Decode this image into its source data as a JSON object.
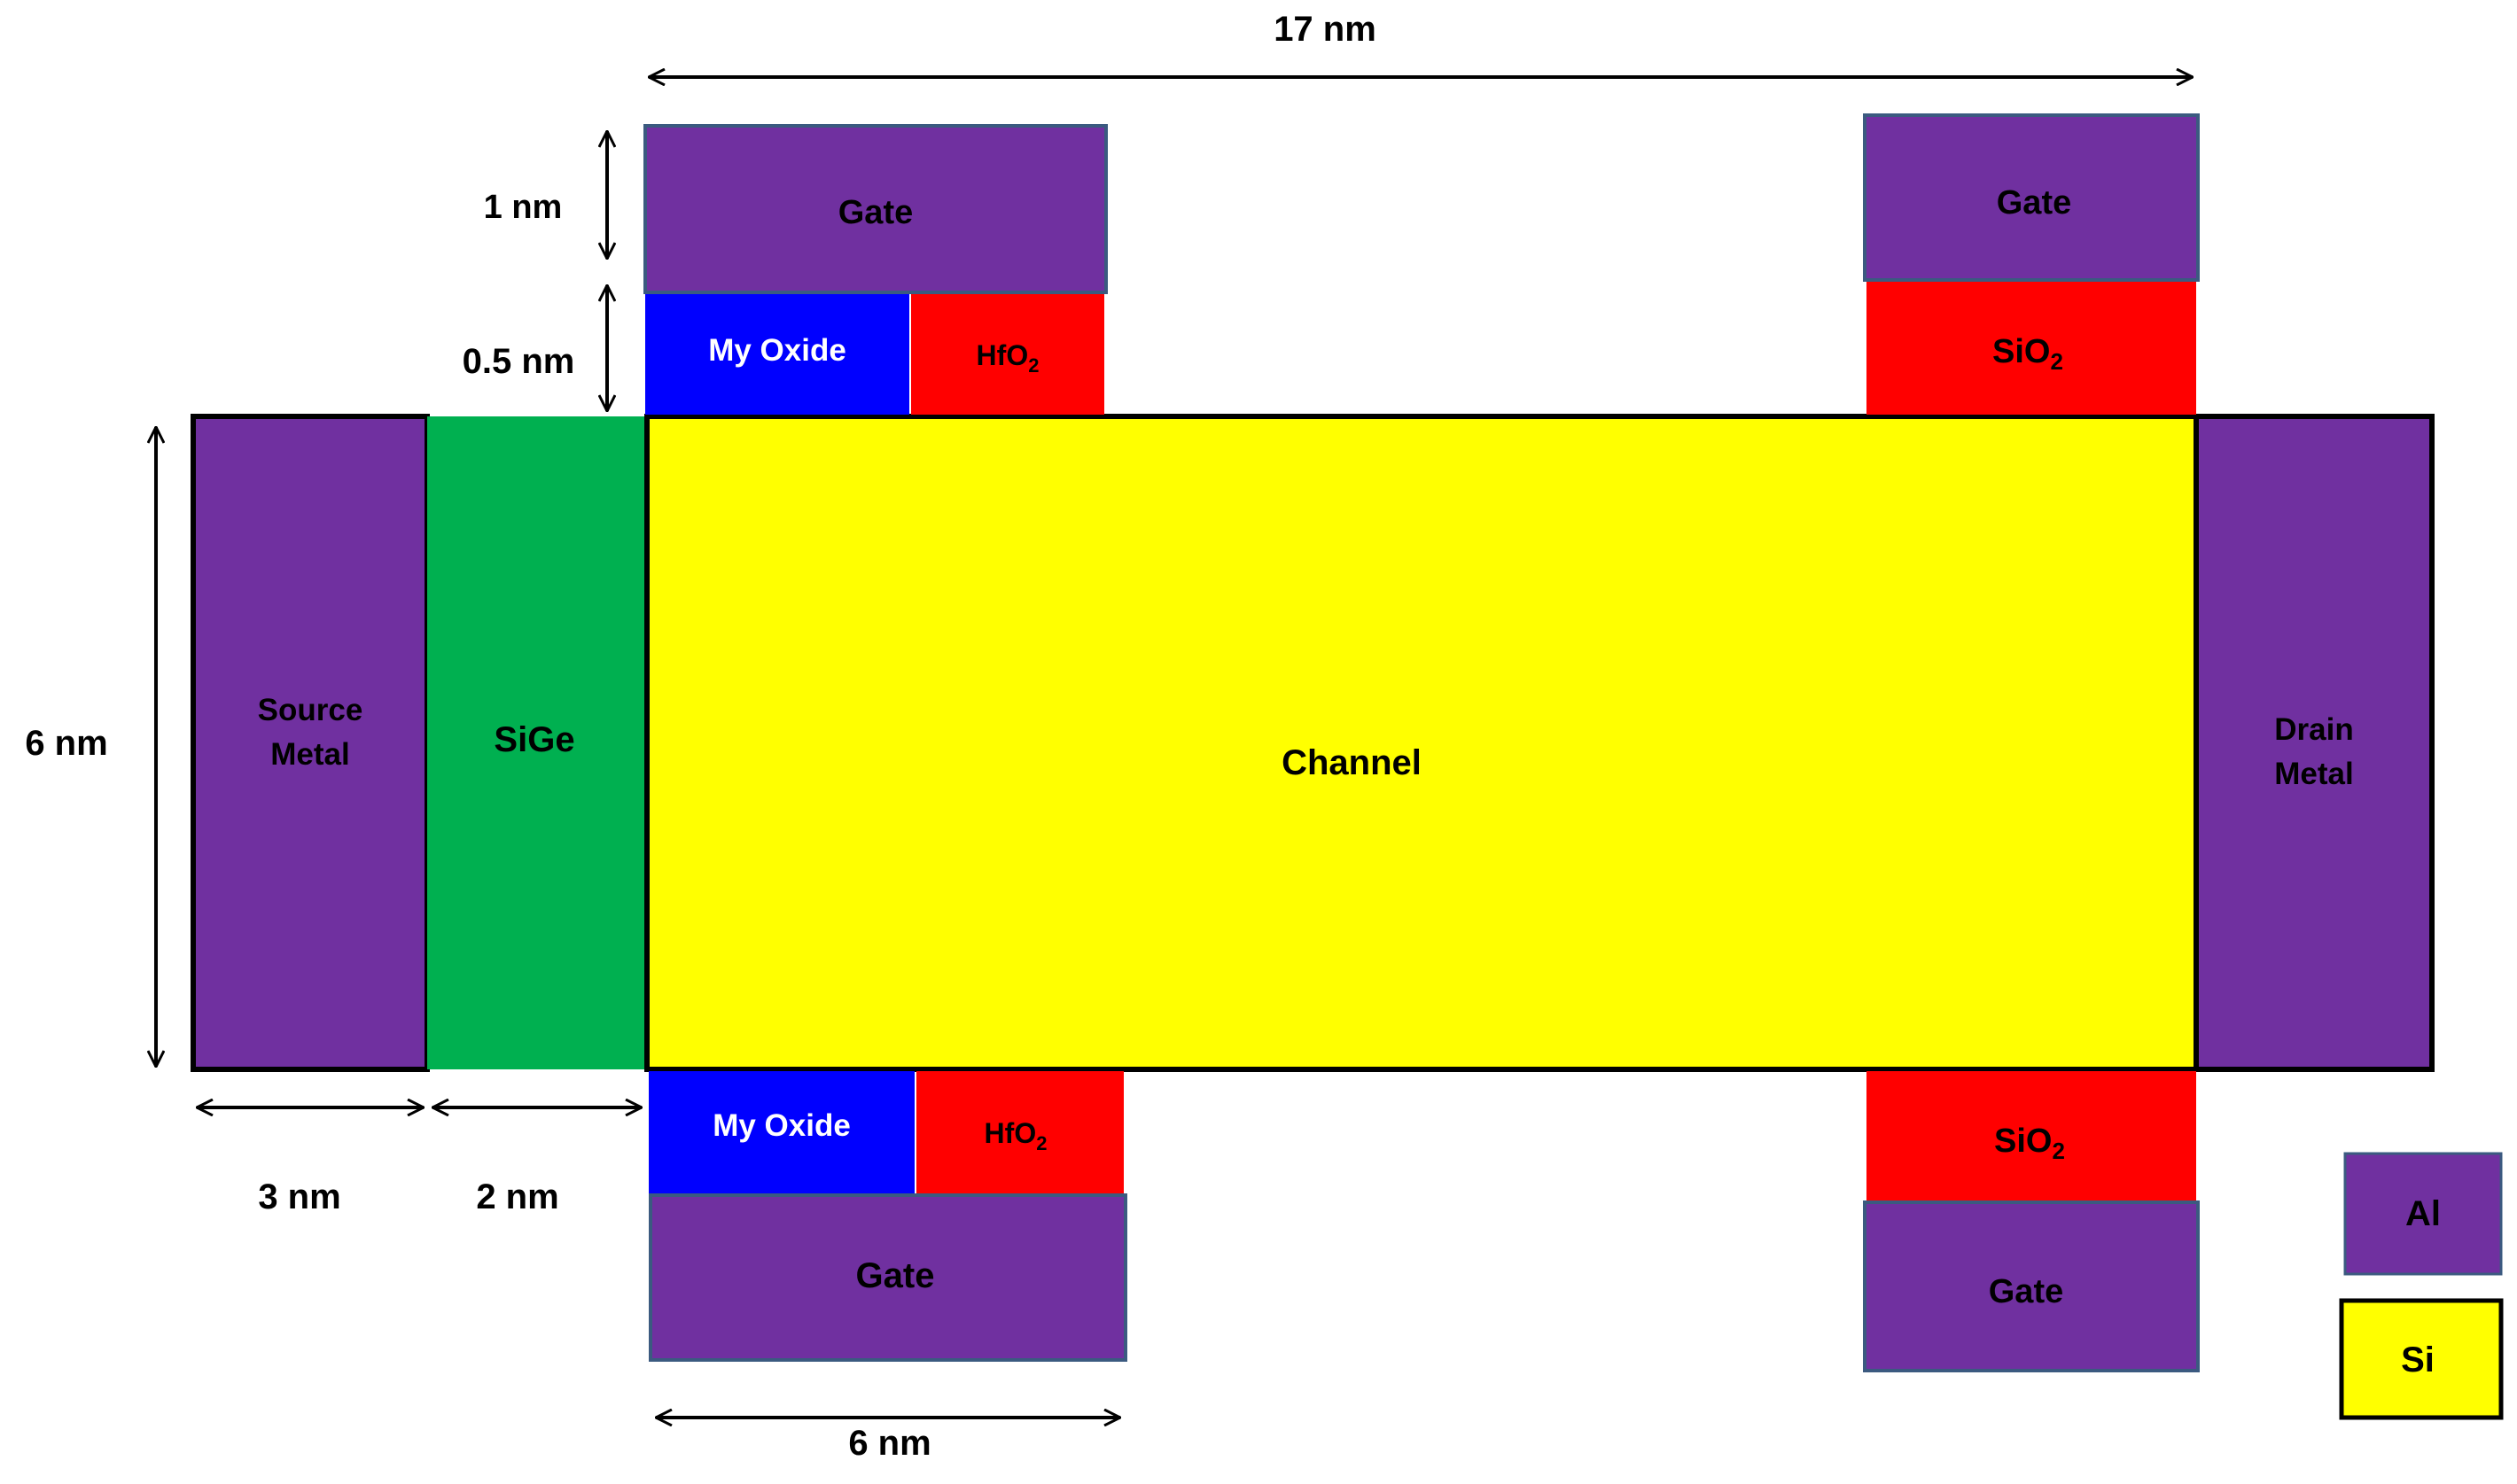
{
  "colors": {
    "metal": "#7030a0",
    "sige": "#00b050",
    "silicon": "#ffff00",
    "my_oxide": "#0000ff",
    "hfo2": "#ff0000",
    "sio2": "#ff0000",
    "region_border": "#000000",
    "gate_border": "#3b5a80",
    "dimension_arrow": "#000000"
  },
  "regions": {
    "source_metal": {
      "line1": "Source",
      "line2": "Metal"
    },
    "sige": "SiGe",
    "channel": "Channel",
    "drain_metal": {
      "line1": "Drain",
      "line2": "Metal"
    },
    "top_left_gate": "Gate",
    "top_right_gate": "Gate",
    "bottom_left_gate": "Gate",
    "bottom_right_gate": "Gate",
    "top_my_oxide": "My Oxide",
    "bottom_my_oxide": "My Oxide",
    "top_hfo2": {
      "base": "HfO",
      "sub": "2"
    },
    "bottom_hfo2": {
      "base": "HfO",
      "sub": "2"
    },
    "top_sio2": {
      "base": "SiO",
      "sub": "2"
    },
    "bottom_sio2": {
      "base": "SiO",
      "sub": "2"
    }
  },
  "dimensions": {
    "total_length": "17 nm",
    "gate_thickness": "1 nm",
    "oxide_thickness": "0.5 nm",
    "device_height": "6 nm",
    "source_length": "3 nm",
    "sige_length": "2 nm",
    "gate_length": "6 nm"
  },
  "legend": {
    "items": [
      {
        "label": "Al",
        "color": "#7030a0"
      },
      {
        "label": "Si",
        "color": "#ffff00"
      }
    ]
  }
}
